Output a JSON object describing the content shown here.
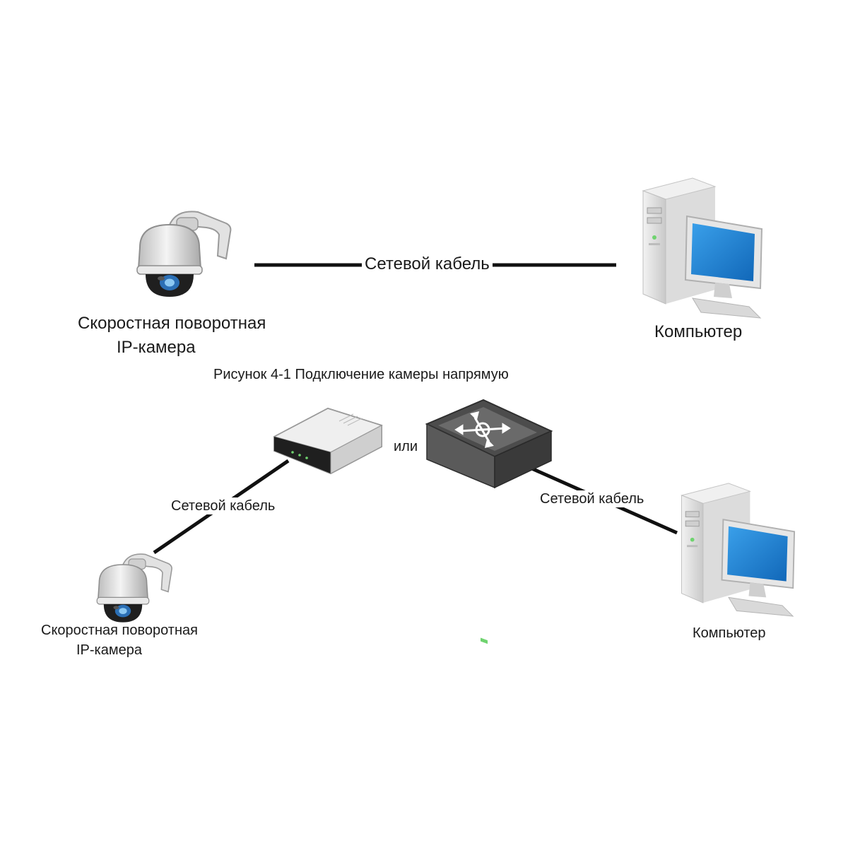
{
  "figure1": {
    "camera_label": "Скоростная поворотная IP-камера",
    "camera_label_line1": "Скоростная поворотная",
    "camera_label_line2": "IP-камера",
    "cable_label": "Сетевой кабель",
    "computer_label": "Компьютер",
    "caption": "Рисунок 4-1 Подключение камеры напрямую"
  },
  "figure2": {
    "or_label": "или",
    "cable_left_label": "Сетевой кабель",
    "cable_right_label": "Сетевой кабель",
    "camera_label_line1": "Скоростная поворотная",
    "camera_label_line2": "IP-камера",
    "computer_label": "Компьютер"
  },
  "icons": [
    "ptz-camera-icon",
    "desktop-computer-icon",
    "router-icon",
    "network-switch-icon"
  ],
  "colors": {
    "cable": "#111111",
    "screen": "#1f86d6",
    "device_gray": "#d9d9d9",
    "switch_dark": "#4a4a4a",
    "led": "#6fd36f"
  }
}
